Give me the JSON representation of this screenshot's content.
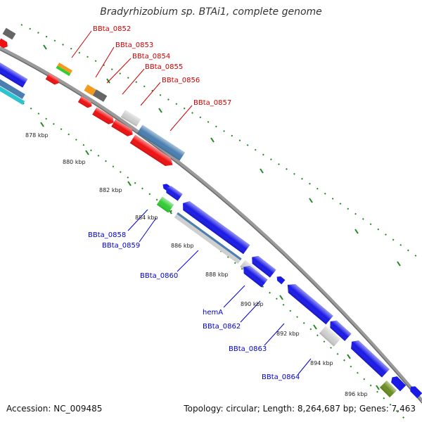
{
  "title": "Bradyrhizobium sp. BTAi1, complete genome",
  "accession": "Accession: NC_009485",
  "topology": "Topology: circular; Length: 8,264,687 bp; Genes: 7,463",
  "colors": {
    "backbone": "#8a8a8a",
    "tick": "#228822",
    "forward_label": "#cc0000",
    "reverse_label": "#0000cc",
    "red_gene": "#ee1111",
    "blue_gene": "#1a1ae6",
    "grey_gene": "#cfcfcf",
    "steel_gene": "#4a7fb0",
    "orange_gene": "#f59a1a",
    "green_gene": "#33cc33",
    "olive_gene": "#6b8e23",
    "cyan_gene": "#2ec4cf"
  },
  "kbp_labels": [
    "878 kbp",
    "880 kbp",
    "882 kbp",
    "884 kbp",
    "886 kbp",
    "888 kbp",
    "890 kbp",
    "892 kbp",
    "894 kbp",
    "896 kbp"
  ],
  "forward_labels": [
    "BBta_0852",
    "BBta_0853",
    "BBta_0854",
    "BBta_0855",
    "BBta_0856",
    "BBta_0857"
  ],
  "reverse_labels": [
    "BBta_0858",
    "BBta_0859",
    "BBta_0860",
    "hemA",
    "BBta_0862",
    "BBta_0863",
    "BBta_0864"
  ]
}
